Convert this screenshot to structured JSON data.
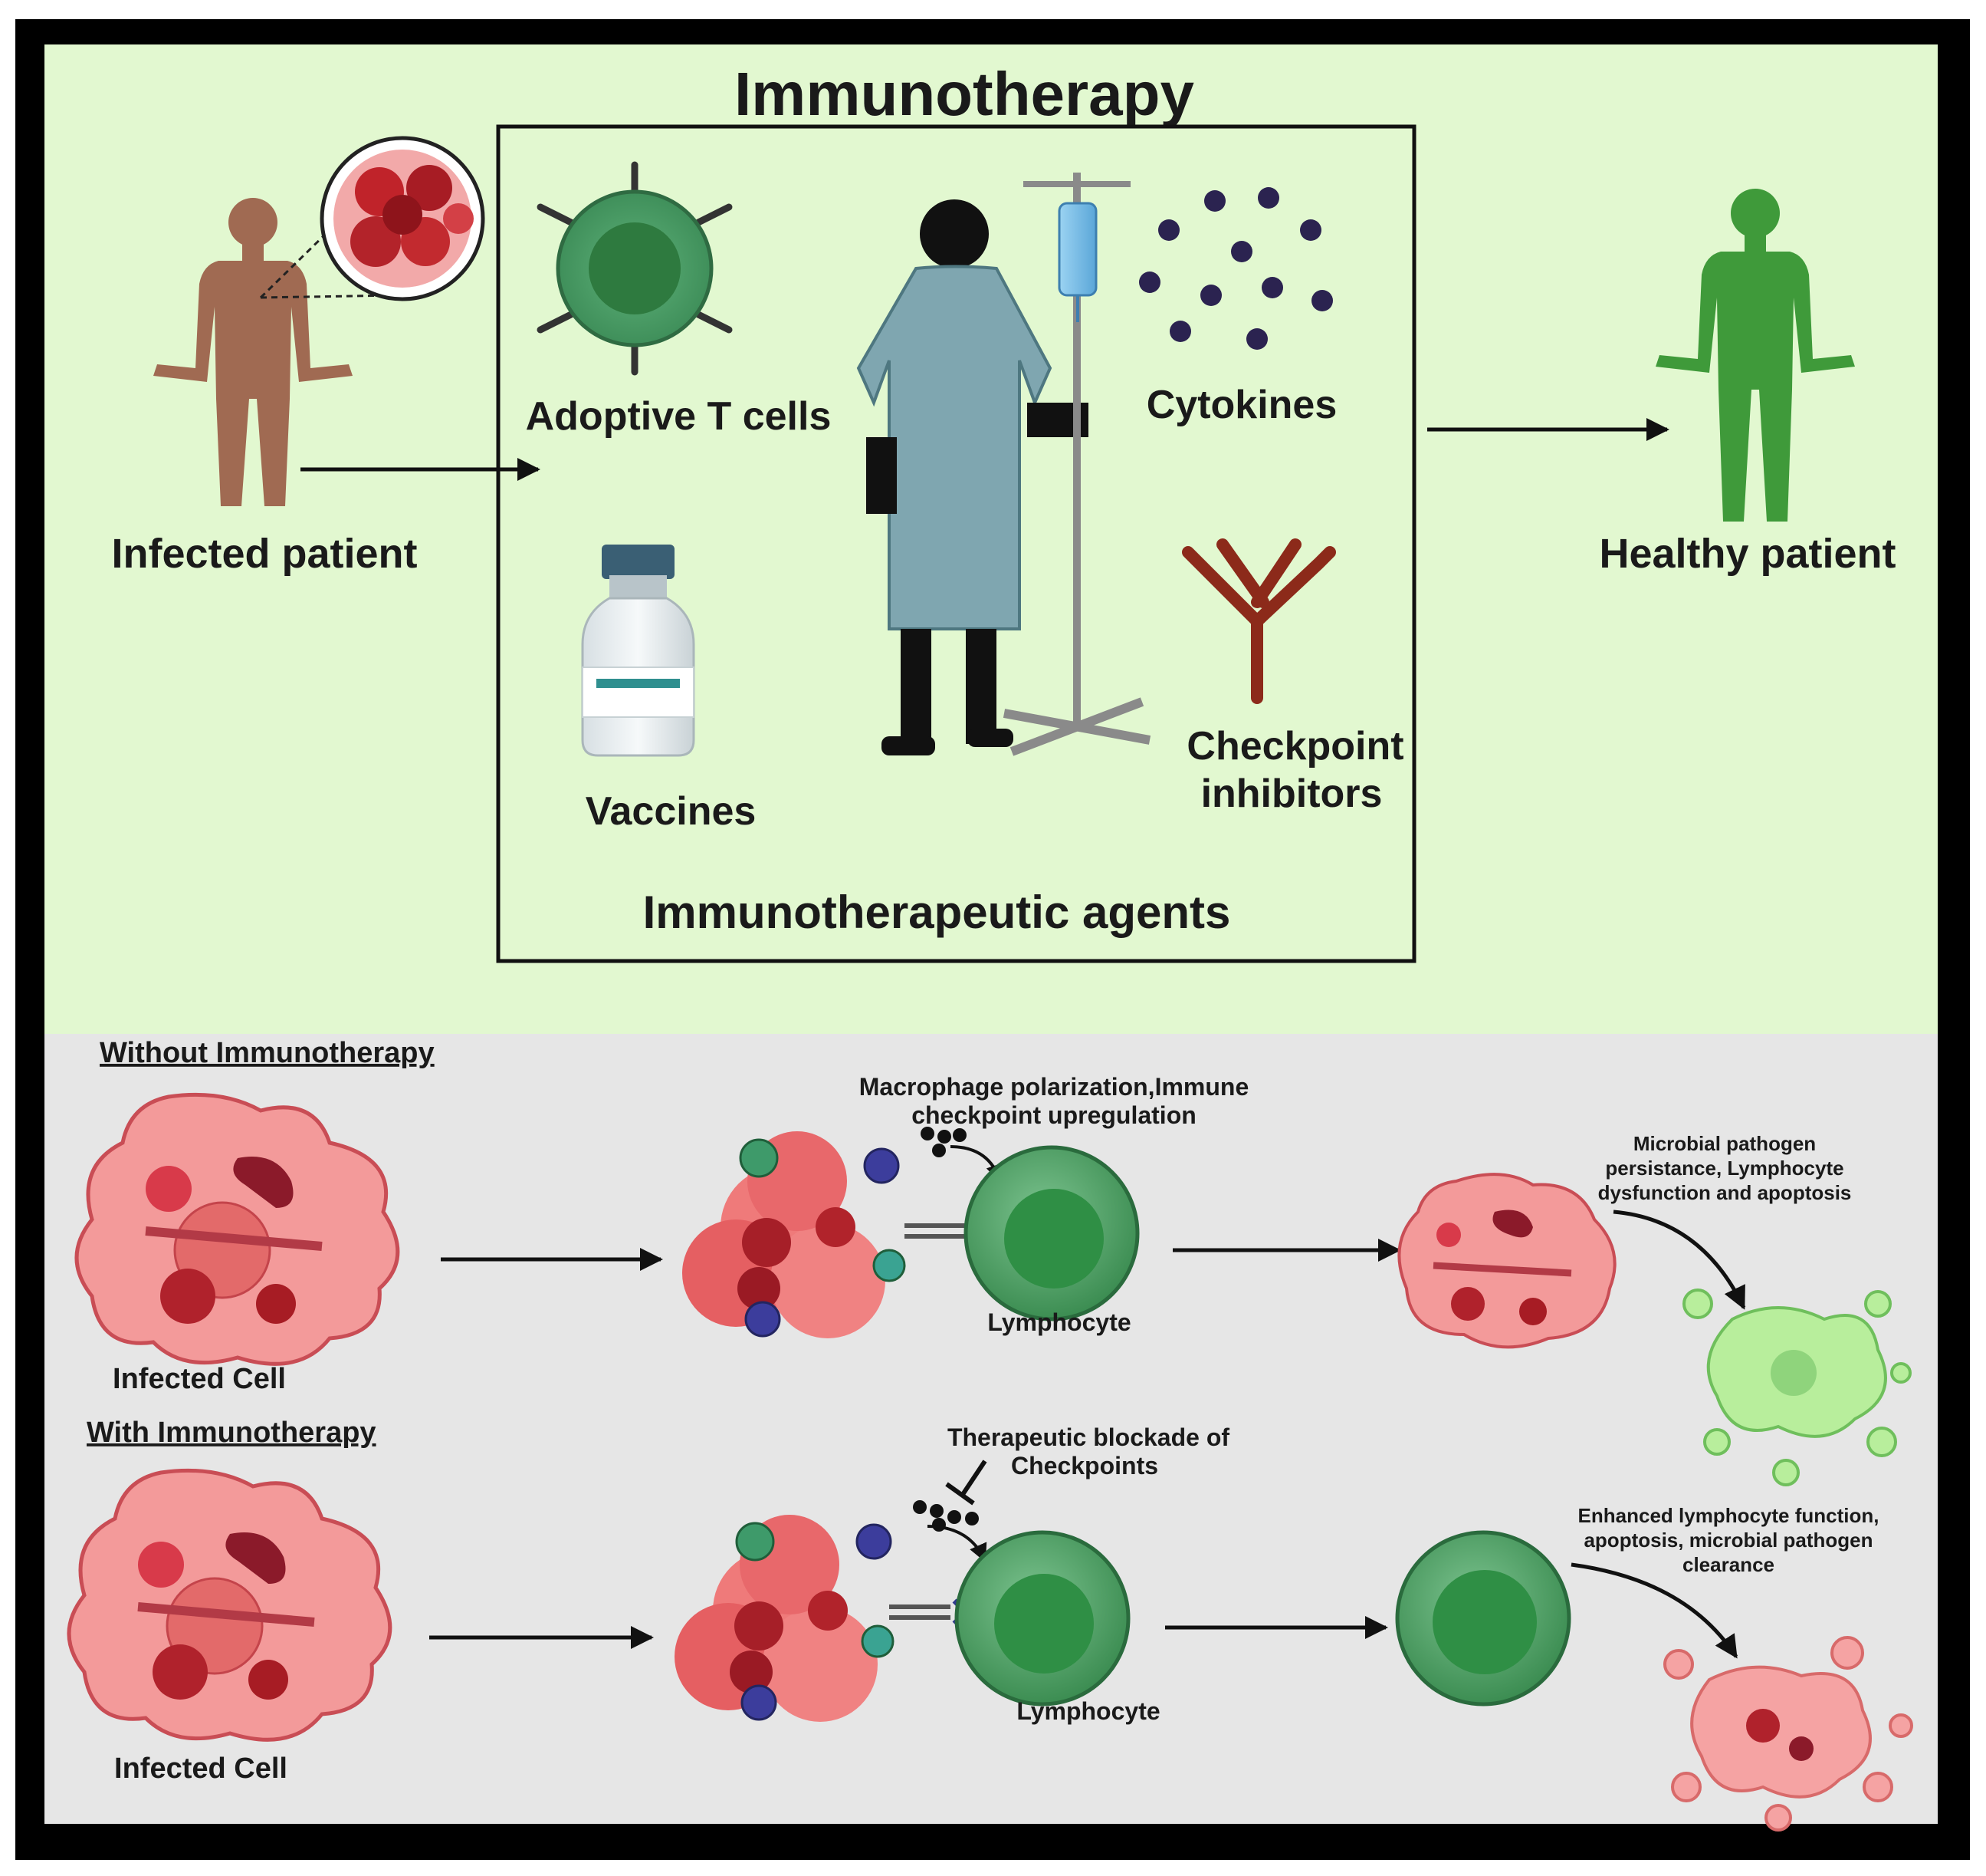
{
  "figure": {
    "title": "Immunotherapy",
    "patients": {
      "infected": "Infected  patient",
      "healthy": "Healthy patient"
    },
    "agents_box": {
      "title": "Immunotherapeutic agents",
      "adoptive": "Adoptive T cells",
      "cytokines": "Cytokines",
      "vaccines": "Vaccines",
      "checkpoint_line1": "Checkpoint",
      "checkpoint_line2": "inhibitors"
    },
    "without": {
      "heading": "Without Immunotherapy",
      "infected_cell": "Infected Cell",
      "annotation_line1": "Macrophage polarization,Immune",
      "annotation_line2": "checkpoint upregulation",
      "lymphocyte": "Lymphocyte",
      "outcome_line1": "Microbial pathogen",
      "outcome_line2": "persistance, Lymphocyte",
      "outcome_line3": "dysfunction and apoptosis"
    },
    "with": {
      "heading": "With Immunotherapy",
      "infected_cell": "Infected Cell",
      "annotation_line1": "Therapeutic blockade of",
      "annotation_line2": "Checkpoints",
      "lymphocyte": "Lymphocyte",
      "outcome_line1": "Enhanced lymphocyte function,",
      "outcome_line2": "apoptosis, microbial pathogen",
      "outcome_line3": "clearance"
    },
    "colors": {
      "upper_panel": "#e2f8d0",
      "lower_panel": "#e6e6e6",
      "infected_body": "#a06a52",
      "healthy_body": "#3f9a3a",
      "lymphocyte": "#2f8f45",
      "infected_cell": "#f39a9a",
      "antibody": "#8c2a1a",
      "cytokine": "#2b2350"
    }
  }
}
